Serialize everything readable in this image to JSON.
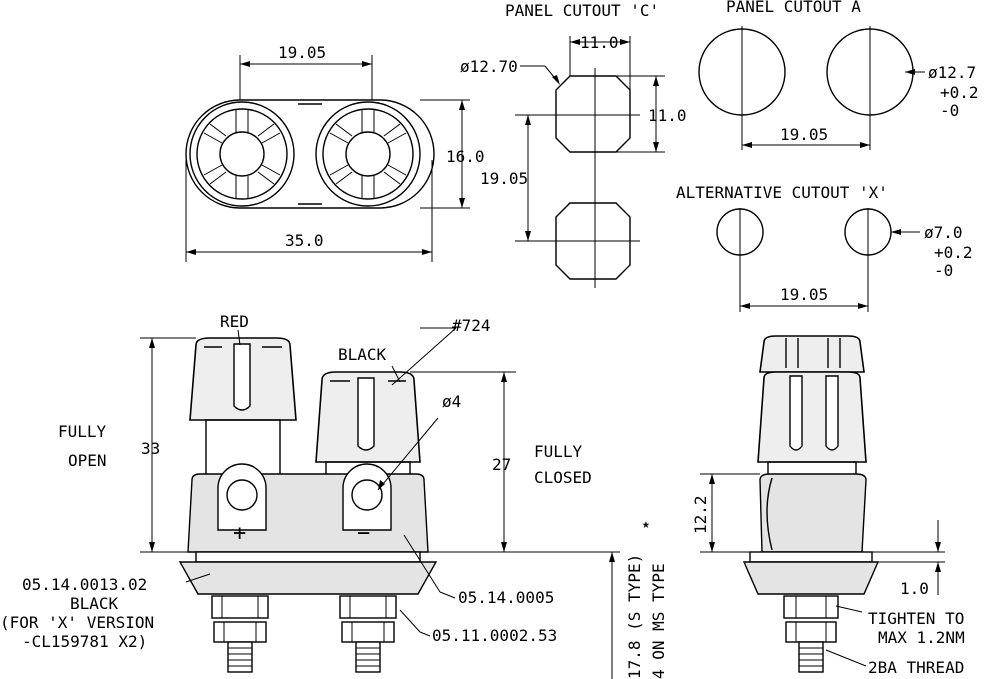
{
  "labels": {
    "panel_cutout_c": "PANEL CUTOUT 'C'",
    "panel_cutout_a": "PANEL CUTOUT A",
    "alternative_cutout": "ALTERNATIVE CUTOUT 'X'",
    "red": "RED",
    "black": "BLACK",
    "part_724": "#724",
    "fully_open_1": "FULLY",
    "fully_open_2": "OPEN",
    "fully_closed_1": "FULLY",
    "fully_closed_2": "CLOSED",
    "plus": "+",
    "minus": "−",
    "tighten_1": "TIGHTEN TO",
    "tighten_2": "MAX 1.2NM",
    "thread": "2BA THREAD",
    "part_base_1": "05.14.0013.02",
    "part_base_2": "BLACK",
    "part_base_3": "(FOR 'X' VERSION",
    "part_base_4": "-CL159781 X2)",
    "part_0005": "05.14.0005",
    "part_nut": "05.11.0002.53",
    "s_type": "17.8 (S TYPE)",
    "ms_type": "4 ON MS TYPE",
    "star": "★"
  },
  "dimensions": {
    "top_pitch": "19.05",
    "body_height": "16.0",
    "body_width": "35.0",
    "c_width": "11.0",
    "c_dia": "ø12.70",
    "c_height": "11.0",
    "c_pitch": "19.05",
    "a_dia": "ø12.7",
    "a_tol_plus": "+0.2",
    "a_tol_minus": "-0",
    "a_pitch": "19.05",
    "x_dia": "ø7.0",
    "x_tol_plus": "+0.2",
    "x_tol_minus": "-0",
    "x_pitch": "19.05",
    "open_height": "33",
    "closed_height": "27",
    "hole_dia": "ø4",
    "side_height": "12.2",
    "flange": "1.0"
  }
}
